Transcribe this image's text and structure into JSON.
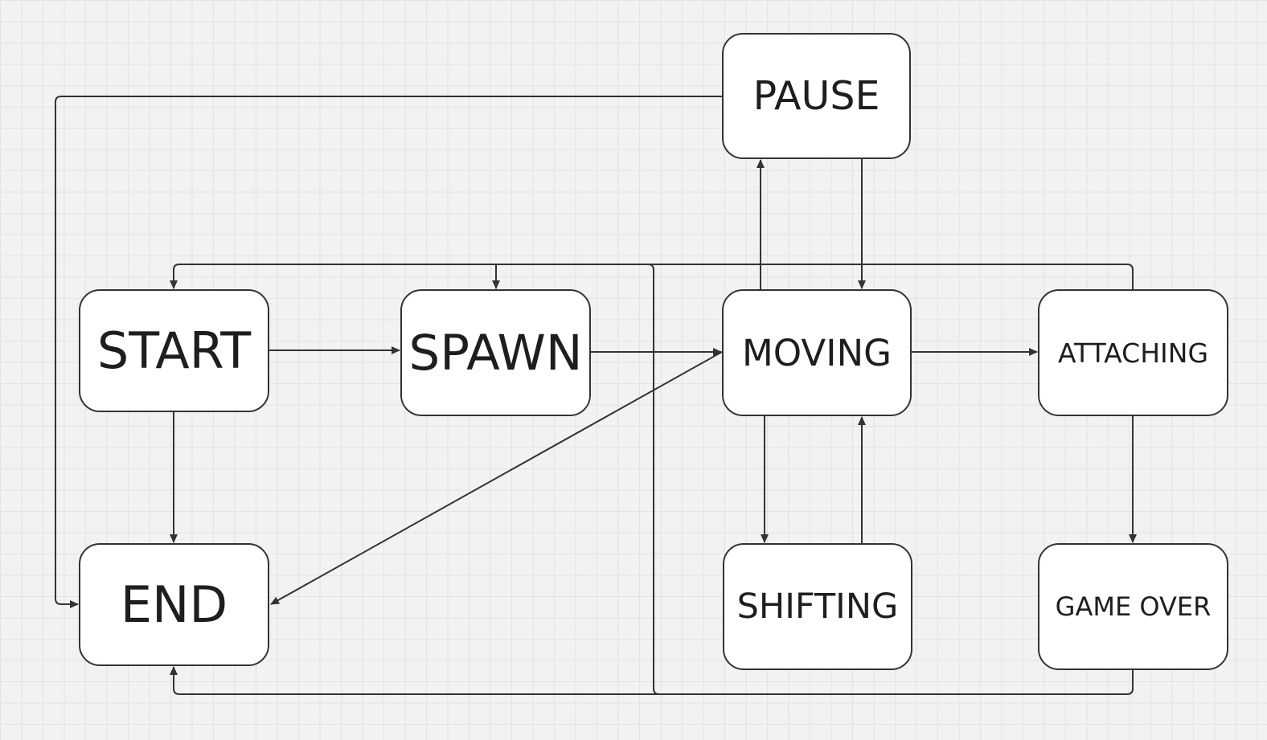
{
  "diagram": {
    "nodes": [
      {
        "id": "pause",
        "label": "PAUSE"
      },
      {
        "id": "start",
        "label": "START"
      },
      {
        "id": "spawn",
        "label": "SPAWN"
      },
      {
        "id": "moving",
        "label": "MOVING"
      },
      {
        "id": "attaching",
        "label": "ATTACHING"
      },
      {
        "id": "end",
        "label": "END"
      },
      {
        "id": "shifting",
        "label": "SHIFTING"
      },
      {
        "id": "game_over",
        "label": "GAME OVER"
      }
    ],
    "edges": [
      {
        "from": "start",
        "to": "spawn"
      },
      {
        "from": "spawn",
        "to": "moving"
      },
      {
        "from": "moving",
        "to": "attaching"
      },
      {
        "from": "start",
        "to": "end"
      },
      {
        "from": "attaching",
        "to": "game_over"
      },
      {
        "from": "moving",
        "to": "shifting"
      },
      {
        "from": "shifting",
        "to": "moving"
      },
      {
        "from": "moving",
        "to": "pause"
      },
      {
        "from": "pause",
        "to": "moving"
      },
      {
        "from": "pause",
        "to": "end"
      },
      {
        "from": "moving",
        "to": "end"
      },
      {
        "from": "attaching",
        "to": "start"
      },
      {
        "from": "attaching",
        "to": "spawn"
      },
      {
        "from": "game_over",
        "to": "end"
      }
    ]
  }
}
